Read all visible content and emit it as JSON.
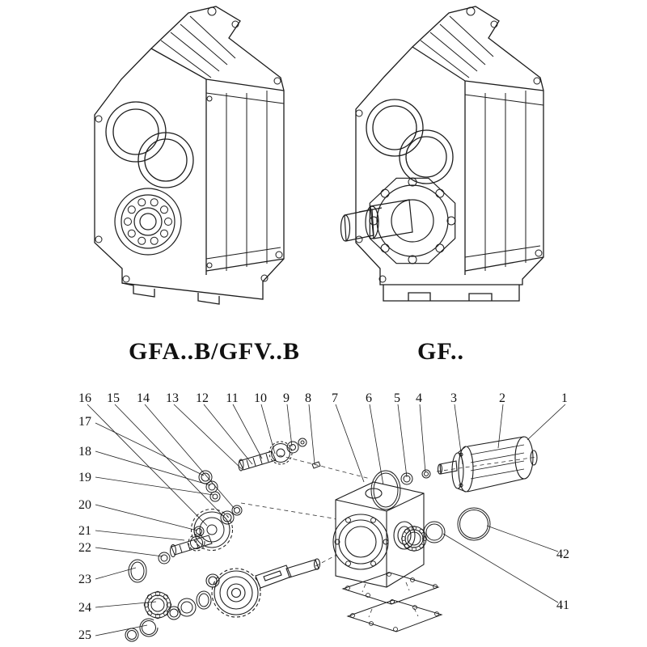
{
  "page": {
    "background": "#ffffff",
    "line_color": "#1c1c1c"
  },
  "models": {
    "left_label": "GFA..B/GFV..B",
    "right_label": "GF.."
  },
  "exploded": {
    "top_row_numbers": [
      "16",
      "15",
      "14",
      "13",
      "12",
      "11",
      "10",
      "9",
      "8",
      "7",
      "6",
      "5",
      "4",
      "3",
      "2",
      "1"
    ],
    "left_column_numbers": [
      "17",
      "18",
      "19",
      "20",
      "21",
      "22",
      "23",
      "24",
      "25"
    ],
    "right_column_numbers": [
      "42",
      "41"
    ]
  }
}
